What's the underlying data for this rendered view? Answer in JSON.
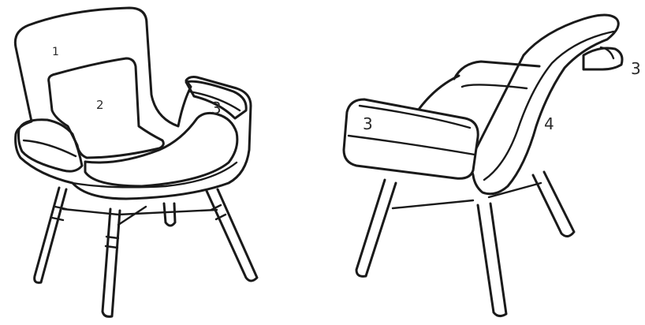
{
  "figure": {
    "front_view": {
      "labels": [
        {
          "id": "shell",
          "text": "1"
        },
        {
          "id": "back-cushion",
          "text": "2"
        },
        {
          "id": "armrest",
          "text": "3"
        }
      ]
    },
    "rear_view": {
      "labels": [
        {
          "id": "armrest-left",
          "text": "3"
        },
        {
          "id": "side-panel",
          "text": "4"
        },
        {
          "id": "armrest-right",
          "text": "3"
        }
      ]
    },
    "colors": {
      "ink": "#1a1a1a",
      "paper": "#ffffff"
    }
  }
}
